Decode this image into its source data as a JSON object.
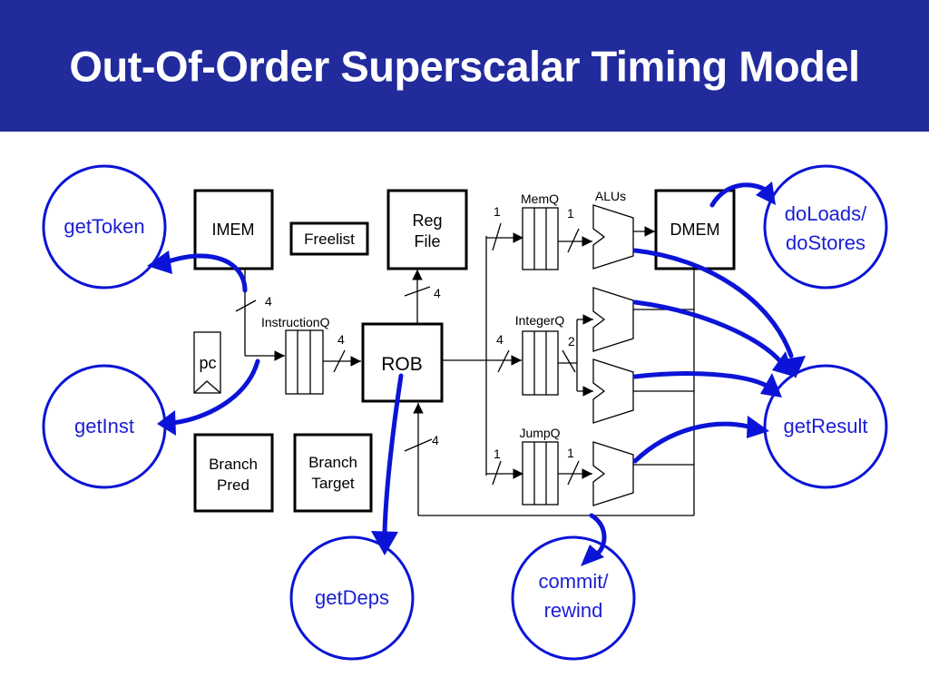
{
  "slide": {
    "title": "Out-Of-Order Superscalar Timing Model"
  },
  "blocks": {
    "imem": "IMEM",
    "freelist": "Freelist",
    "regfile_line1": "Reg",
    "regfile_line2": "File",
    "dmem": "DMEM",
    "pc": "pc",
    "rob": "ROB",
    "branch_pred_line1": "Branch",
    "branch_pred_line2": "Pred",
    "branch_target_line1": "Branch",
    "branch_target_line2": "Target"
  },
  "queues": {
    "instructionq": "InstructionQ",
    "memq": "MemQ",
    "integerq": "IntegerQ",
    "jumpq": "JumpQ",
    "alus": "ALUs"
  },
  "bus_widths": {
    "fetch": "4",
    "instq_to_rob": "4",
    "rob_to_regfile": "4",
    "commit": "4",
    "rob_to_intq": "4",
    "to_memq": "1",
    "memq_to_alu": "1",
    "intq_to_alu": "2",
    "to_jumpq": "1",
    "jumpq_to_alu": "1"
  },
  "api_calls": {
    "get_token": "getToken",
    "get_inst": "getInst",
    "get_deps": "getDeps",
    "commit_line1": "commit/",
    "commit_line2": "rewind",
    "do_loads_line1": "doLoads/",
    "do_loads_line2": "doStores",
    "get_result": "getResult"
  },
  "colors": {
    "title_bar": "#222b9c",
    "accent": "#0b14d6",
    "title_text": "#ffffff"
  }
}
